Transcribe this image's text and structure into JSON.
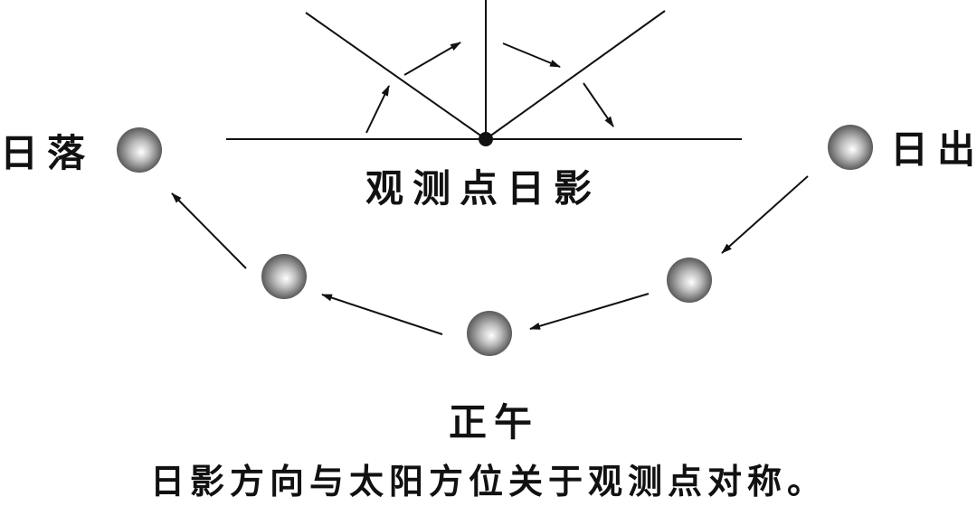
{
  "labels": {
    "sunset": "日落",
    "sunrise": "日出",
    "shadow_title": "观测点日影",
    "noon": "正午",
    "caption": "日影方向与太阳方位关于观测点对称。"
  },
  "colors": {
    "ink": "#111111",
    "sun_light": "#ffffff",
    "sun_mid": "#a8a8a8",
    "sun_dark": "#555555"
  },
  "suns": [
    {
      "name": "sunset"
    },
    {
      "name": "afternoon"
    },
    {
      "name": "noon"
    },
    {
      "name": "morning"
    },
    {
      "name": "sunrise"
    }
  ]
}
